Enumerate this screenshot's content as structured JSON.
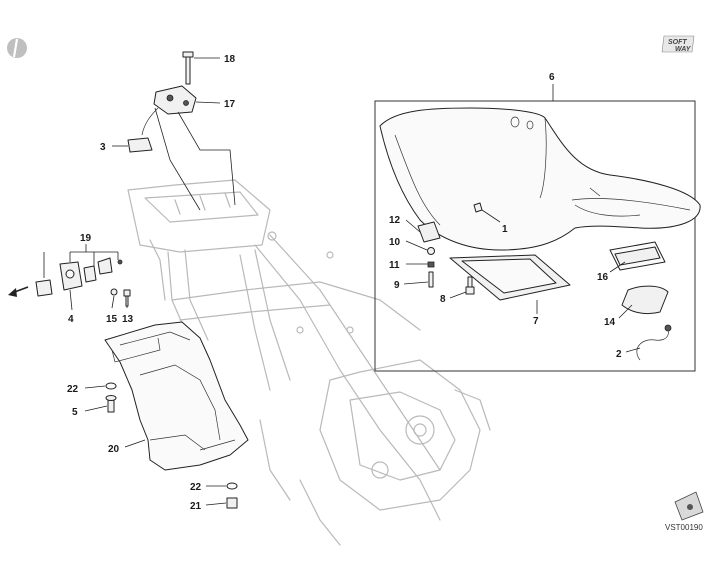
{
  "callouts": [
    {
      "id": "c18",
      "text": "18"
    },
    {
      "id": "c17",
      "text": "17"
    },
    {
      "id": "c3",
      "text": "3"
    },
    {
      "id": "c6",
      "text": "6"
    },
    {
      "id": "c12",
      "text": "12"
    },
    {
      "id": "c1",
      "text": "1"
    },
    {
      "id": "c10",
      "text": "10"
    },
    {
      "id": "c11",
      "text": "11"
    },
    {
      "id": "c9",
      "text": "9"
    },
    {
      "id": "c8",
      "text": "8"
    },
    {
      "id": "c7",
      "text": "7"
    },
    {
      "id": "c16",
      "text": "16"
    },
    {
      "id": "c14",
      "text": "14"
    },
    {
      "id": "c2",
      "text": "2"
    },
    {
      "id": "c19",
      "text": "19"
    },
    {
      "id": "c4",
      "text": "4"
    },
    {
      "id": "c15",
      "text": "15"
    },
    {
      "id": "c13",
      "text": "13"
    },
    {
      "id": "c22a",
      "text": "22"
    },
    {
      "id": "c5",
      "text": "5"
    },
    {
      "id": "c20",
      "text": "20"
    },
    {
      "id": "c22b",
      "text": "22"
    },
    {
      "id": "c21",
      "text": "21"
    }
  ],
  "drawing_code": "VST00190",
  "brand_logo": {
    "line1": "SOFT",
    "line2": "WAY"
  },
  "icons": {
    "section_marker": "half-disc-icon",
    "direction_arrow": "left-arrow-icon",
    "reference_badge": "motorcycle-badge-icon"
  }
}
